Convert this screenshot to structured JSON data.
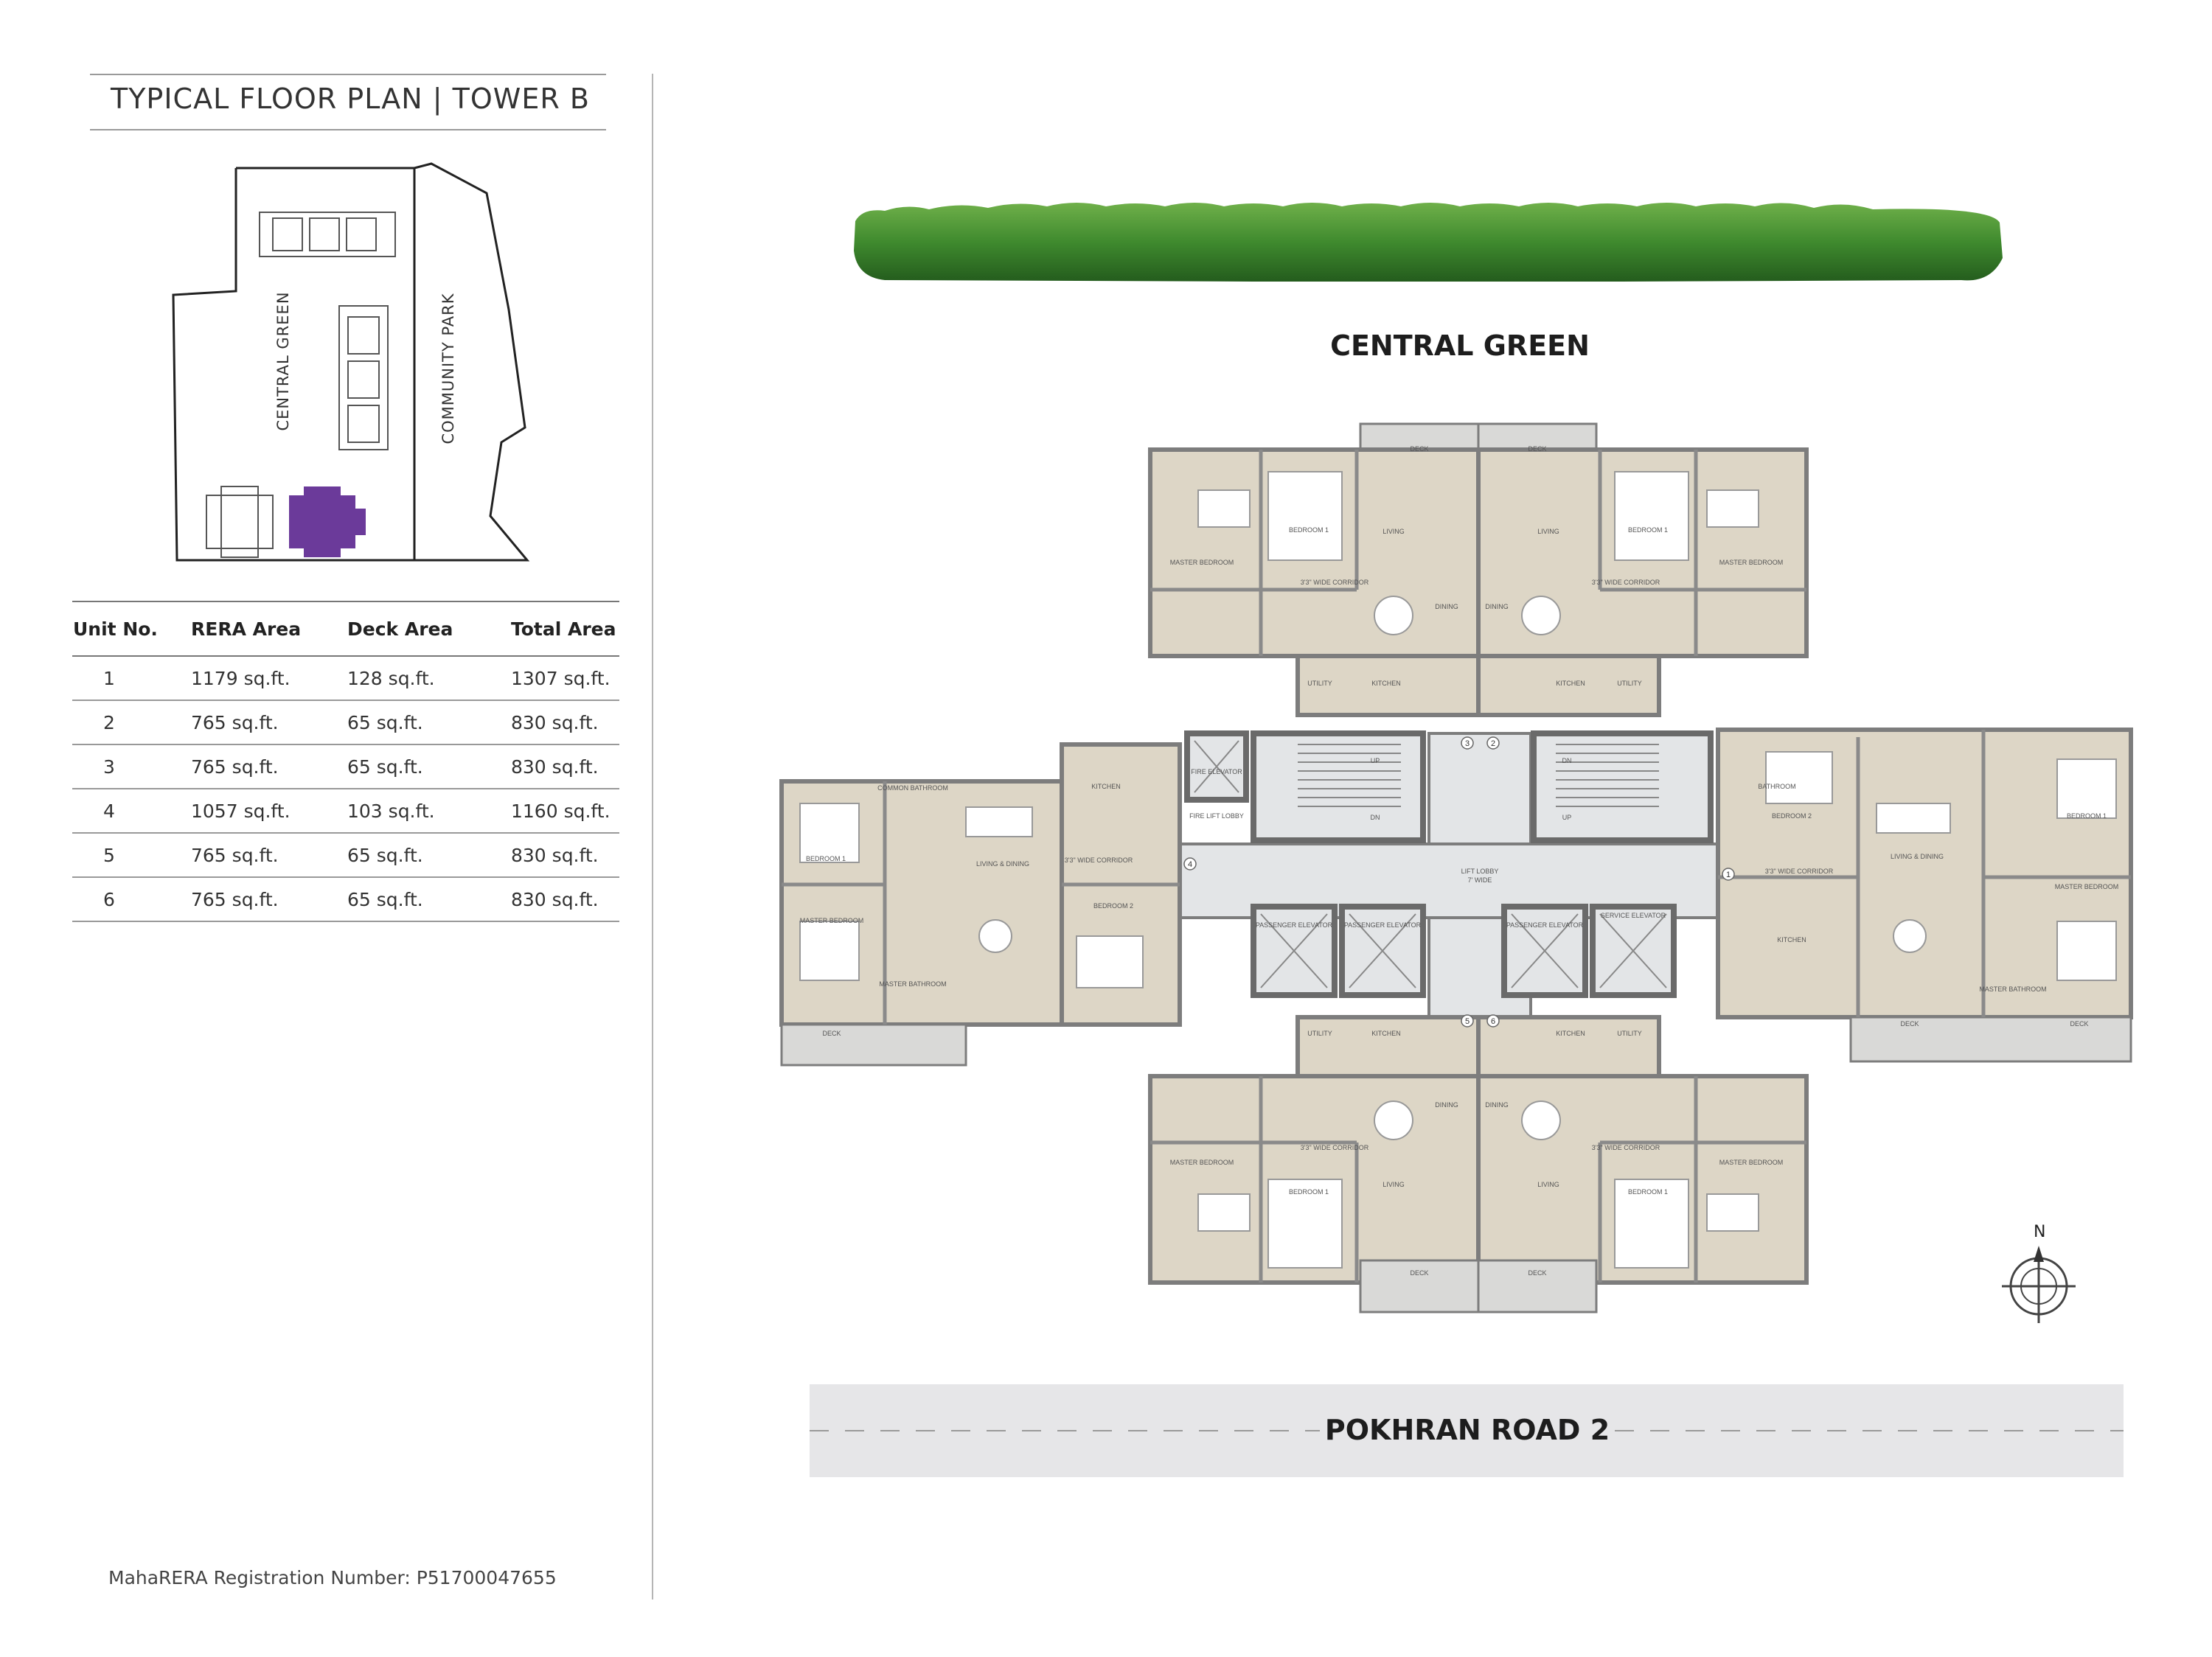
{
  "header": {
    "title": "TYPICAL FLOOR PLAN  |  TOWER B"
  },
  "key_plan": {
    "left_label": "CENTRAL GREEN",
    "right_label": "COMMUNITY PARK",
    "highlight_color": "#6b3a9a"
  },
  "table": {
    "headers": [
      "Unit No.",
      "RERA Area",
      "Deck Area",
      "Total Area"
    ],
    "rows": [
      [
        "1",
        "1179 sq.ft.",
        "128 sq.ft.",
        "1307 sq.ft."
      ],
      [
        "2",
        "765 sq.ft.",
        "65 sq.ft.",
        "830 sq.ft."
      ],
      [
        "3",
        "765 sq.ft.",
        "65 sq.ft.",
        "830 sq.ft."
      ],
      [
        "4",
        "1057 sq.ft.",
        "103 sq.ft.",
        "1160 sq.ft."
      ],
      [
        "5",
        "765 sq.ft.",
        "65 sq.ft.",
        "830 sq.ft."
      ],
      [
        "6",
        "765 sq.ft.",
        "65 sq.ft.",
        "830 sq.ft."
      ]
    ]
  },
  "registration": "MahaRERA Registration Number: P51700047655",
  "plan": {
    "top_label": "CENTRAL GREEN",
    "bottom_label": "POKHRAN ROAD 2",
    "north": "N",
    "lift_lobby": "LIFT LOBBY",
    "lift_lobby_width": "7' WIDE",
    "units": [
      "1",
      "2",
      "3",
      "4",
      "5",
      "6"
    ],
    "rooms": {
      "master_bedroom": "MASTER BEDROOM",
      "bedroom_1": "BEDROOM 1",
      "bedroom_2": "BEDROOM 2",
      "living": "LIVING",
      "dining": "DINING",
      "living_dining": "LIVING & DINING",
      "kitchen": "KITCHEN",
      "utility": "UTILITY",
      "deck": "DECK",
      "corridor": "3'3\" WIDE CORRIDOR",
      "common_bathroom": "COMMON BATHROOM",
      "master_bathroom": "MASTER BATHROOM",
      "bathroom": "BATHROOM",
      "fire_elevator": "FIRE ELEVATOR",
      "service_elevator": "SERVICE ELEVATOR",
      "passenger_elevator": "PASSENGER ELEVATOR",
      "fire_lift_lobby": "FIRE LIFT LOBBY",
      "up": "UP",
      "dn": "DN"
    },
    "colors": {
      "floor": "#ddd6c6",
      "wall": "#7d7d7d",
      "lobby": "#e3e5e7",
      "deck": "#d9d9d7",
      "road": "#e6e6e8",
      "hedge": "#3f8a2e"
    }
  }
}
